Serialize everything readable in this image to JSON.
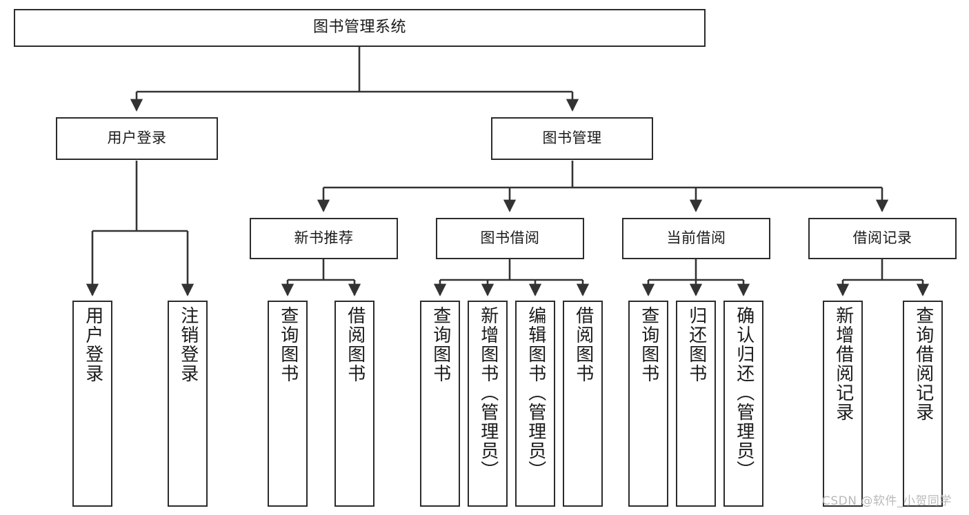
{
  "diagram": {
    "type": "tree",
    "title": "图书管理系统",
    "watermark": "CSDN @软件_小贺同学",
    "colors": {
      "border": "#2b2b2b",
      "background": "#ffffff",
      "text": "#1a1a1a",
      "edge": "#333333",
      "watermark": "#b9b9b9"
    },
    "nodes": {
      "root": {
        "label": "图书管理系统"
      },
      "level2": [
        {
          "label": "用户登录"
        },
        {
          "label": "图书管理"
        }
      ],
      "level3": [
        {
          "label": "新书推荐"
        },
        {
          "label": "图书借阅"
        },
        {
          "label": "当前借阅"
        },
        {
          "label": "借阅记录"
        }
      ],
      "leaves": {
        "user_login": [
          {
            "label": "用户登录"
          },
          {
            "label": "注销登录"
          }
        ],
        "new_book": [
          {
            "label": "查询图书"
          },
          {
            "label": "借阅图书"
          }
        ],
        "book_borrow": [
          {
            "label": "查询图书"
          },
          {
            "label": "新增图书（管理员）"
          },
          {
            "label": "编辑图书（管理员）"
          },
          {
            "label": "借阅图书"
          }
        ],
        "current_borrow": [
          {
            "label": "查询图书"
          },
          {
            "label": "归还图书"
          },
          {
            "label": "确认归还（管理员）"
          }
        ],
        "borrow_record": [
          {
            "label": "新增借阅记录"
          },
          {
            "label": "查询借阅记录"
          }
        ]
      }
    }
  }
}
